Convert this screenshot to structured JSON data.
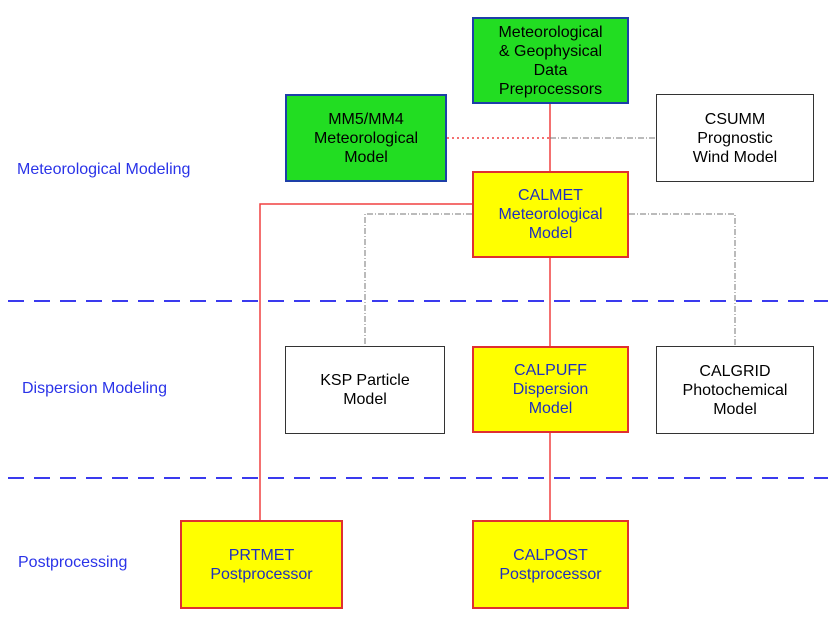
{
  "sections": {
    "meteorological": "Meteorological Modeling",
    "dispersion": "Dispersion Modeling",
    "postprocessing": "Postprocessing"
  },
  "boxes": {
    "geo_preprocessors": "Meteorological\n& Geophysical\nData\nPreprocessors",
    "mm5": "MM5/MM4\nMeteorological\nModel",
    "csumm": "CSUMM\nPrognostic\nWind Model",
    "calmet": "CALMET\nMeteorological\nModel",
    "ksp": "KSP Particle\nModel",
    "calpuff": "CALPUFF\nDispersion\nModel",
    "calgrid": "CALGRID\nPhotochemical\nModel",
    "prtmet": "PRTMET\nPostprocessor",
    "calpost": "CALPOST\nPostprocessor"
  },
  "colors": {
    "green": "#22dd22",
    "yellow": "#ffff00",
    "red_line": "#f04040",
    "blue_dash": "#3a3aee",
    "label_blue": "#2a33e8"
  }
}
